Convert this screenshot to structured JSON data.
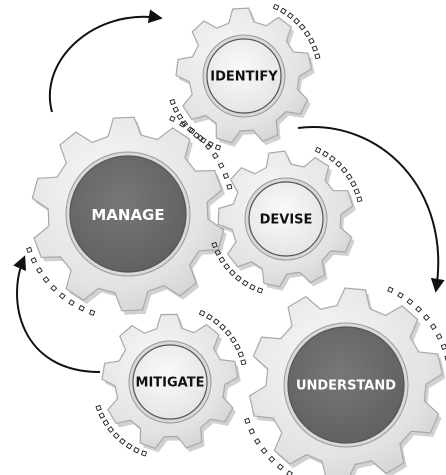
{
  "diagram": {
    "gears": [
      {
        "id": "identify",
        "label": "IDENTIFY",
        "hub": "light"
      },
      {
        "id": "manage",
        "label": "MANAGE",
        "hub": "dark"
      },
      {
        "id": "devise",
        "label": "DEVISE",
        "hub": "light"
      },
      {
        "id": "mitigate",
        "label": "MITIGATE",
        "hub": "light"
      },
      {
        "id": "understand",
        "label": "UNDERSTAND",
        "hub": "dark"
      }
    ],
    "colors": {
      "gear_body": "#e8e8e8",
      "gear_edge": "#a9a9a9",
      "hub_light": "#eeeeee",
      "hub_dark": "#6a6a6a",
      "label_light": "#111111",
      "label_dark": "#ffffff",
      "arrow": "#111111"
    }
  }
}
